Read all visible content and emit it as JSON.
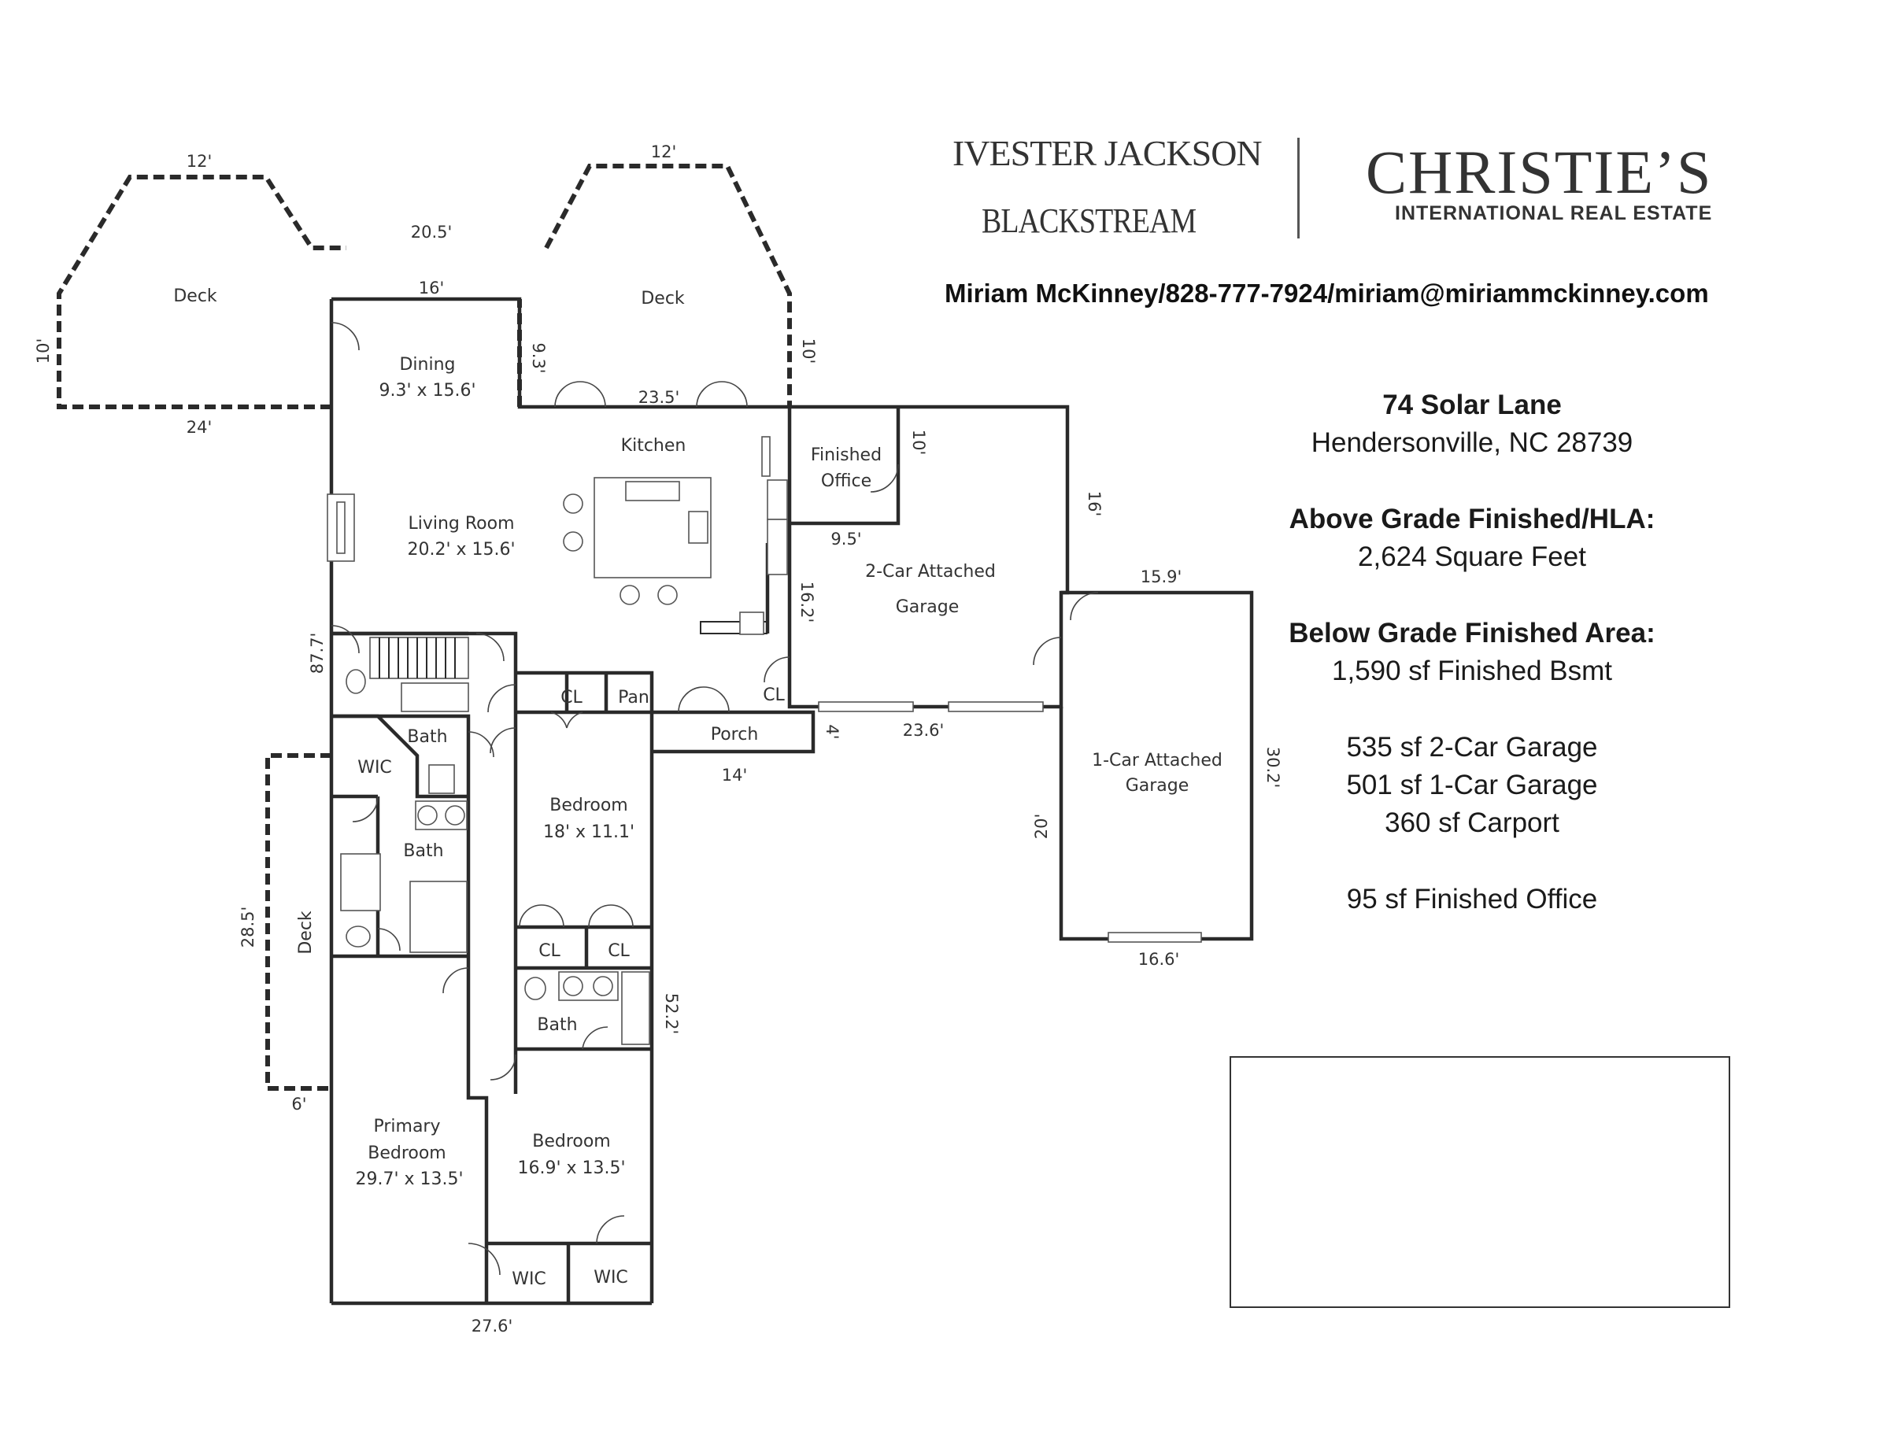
{
  "brand": {
    "ivester_jackson": "IVESTER JACKSON",
    "blackstream": "BLACKSTREAM",
    "christies": "CHRISTIE’S",
    "international": "INTERNATIONAL REAL ESTATE"
  },
  "contact": "Miriam McKinney/828-777-7924/miriam@miriammckinney.com",
  "property": {
    "address_line1": "74 Solar Lane",
    "address_line2": "Hendersonville, NC 28739",
    "above_grade_title": "Above Grade Finished/HLA:",
    "above_grade_value": "2,624 Square Feet",
    "below_grade_title": "Below Grade Finished Area:",
    "below_grade_value": "1,590 sf Finished Bsmt",
    "garage2": "535 sf 2-Car Garage",
    "garage1": "501 sf 1-Car Garage",
    "carport": "360 sf Carport",
    "office": "95 sf Finished Office"
  },
  "rooms": {
    "deck_left": "Deck",
    "deck_right": "Deck",
    "deck_side": "Deck",
    "dining": "Dining",
    "dining_dim": "9.3' x 15.6'",
    "kitchen": "Kitchen",
    "living": "Living Room",
    "living_dim": "20.2' x 15.6'",
    "office_1": "Finished",
    "office_2": "Office",
    "garage2_1": "2-Car Attached",
    "garage2_2": "Garage",
    "garage1_1": "1-Car Attached",
    "garage1_2": "Garage",
    "bath1": "Bath",
    "bath2": "Bath",
    "bath3": "Bath",
    "wic1": "WIC",
    "wic2": "WIC",
    "wic3": "WIC",
    "cl1": "CL",
    "cl2": "CL",
    "cl3": "CL",
    "cl4": "CL",
    "pan": "Pan",
    "porch": "Porch",
    "bedroom1": "Bedroom",
    "bedroom1_dim": "18' x 11.1'",
    "bedroom2": "Bedroom",
    "bedroom2_dim": "16.9' x 13.5'",
    "primary_1": "Primary",
    "primary_2": "Bedroom",
    "primary_dim": "29.7' x 13.5'"
  },
  "dimensions": {
    "d12a": "12'",
    "d12b": "12'",
    "d205": "20.5'",
    "d16a": "16'",
    "d10a": "10'",
    "d10b": "10'",
    "d24": "24'",
    "d93": "9.3'",
    "d235": "23.5'",
    "d10c": "10'",
    "d95": "9.5'",
    "d16b": "16'",
    "d162": "16.2'",
    "d159": "15.9'",
    "d877": "87.7'",
    "d4": "4'",
    "d236": "23.6'",
    "d14": "14'",
    "d302": "30.2'",
    "d20": "20'",
    "d285": "28.5'",
    "d522": "52.2'",
    "d166": "16.6'",
    "d6": "6'",
    "d276": "27.6'"
  }
}
